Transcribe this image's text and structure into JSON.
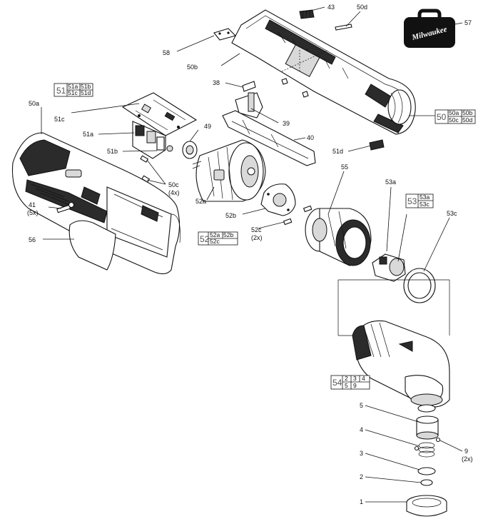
{
  "brand": {
    "logo_text": "Milwaukee"
  },
  "callouts": {
    "c1": "1",
    "c2": "2",
    "c3": "3",
    "c4": "4",
    "c5": "5",
    "c9": "9",
    "c9_qty": "(2x)",
    "c38": "38",
    "c39": "39",
    "c40": "40",
    "c41": "41",
    "c41_qty": "(5x)",
    "c43": "43",
    "c49": "49",
    "c50a": "50a",
    "c50b": "50b",
    "c50c": "50c",
    "c50c_qty": "(4x)",
    "c50d": "50d",
    "c51a": "51a",
    "c51b": "51b",
    "c51c": "51c",
    "c51d": "51d",
    "c52a": "52a",
    "c52b": "52b",
    "c52c": "52c",
    "c52c_qty": "(2x)",
    "c53a": "53a",
    "c53c": "53c",
    "c55": "55",
    "c56": "56",
    "c57": "57",
    "c58": "58"
  },
  "groups": {
    "g50": {
      "num": "50",
      "cells": [
        "50a",
        "50b",
        "50c",
        "50d"
      ]
    },
    "g51": {
      "num": "51",
      "cells": [
        "51a",
        "51b",
        "51c",
        "51d"
      ]
    },
    "g52": {
      "num": "52",
      "cells": [
        "52a",
        "52b",
        "52c"
      ]
    },
    "g53": {
      "num": "53",
      "cells": [
        "53a",
        "53c"
      ]
    },
    "g54": {
      "num": "54",
      "cells": [
        "2",
        "3",
        "4",
        "5",
        "9"
      ]
    }
  }
}
